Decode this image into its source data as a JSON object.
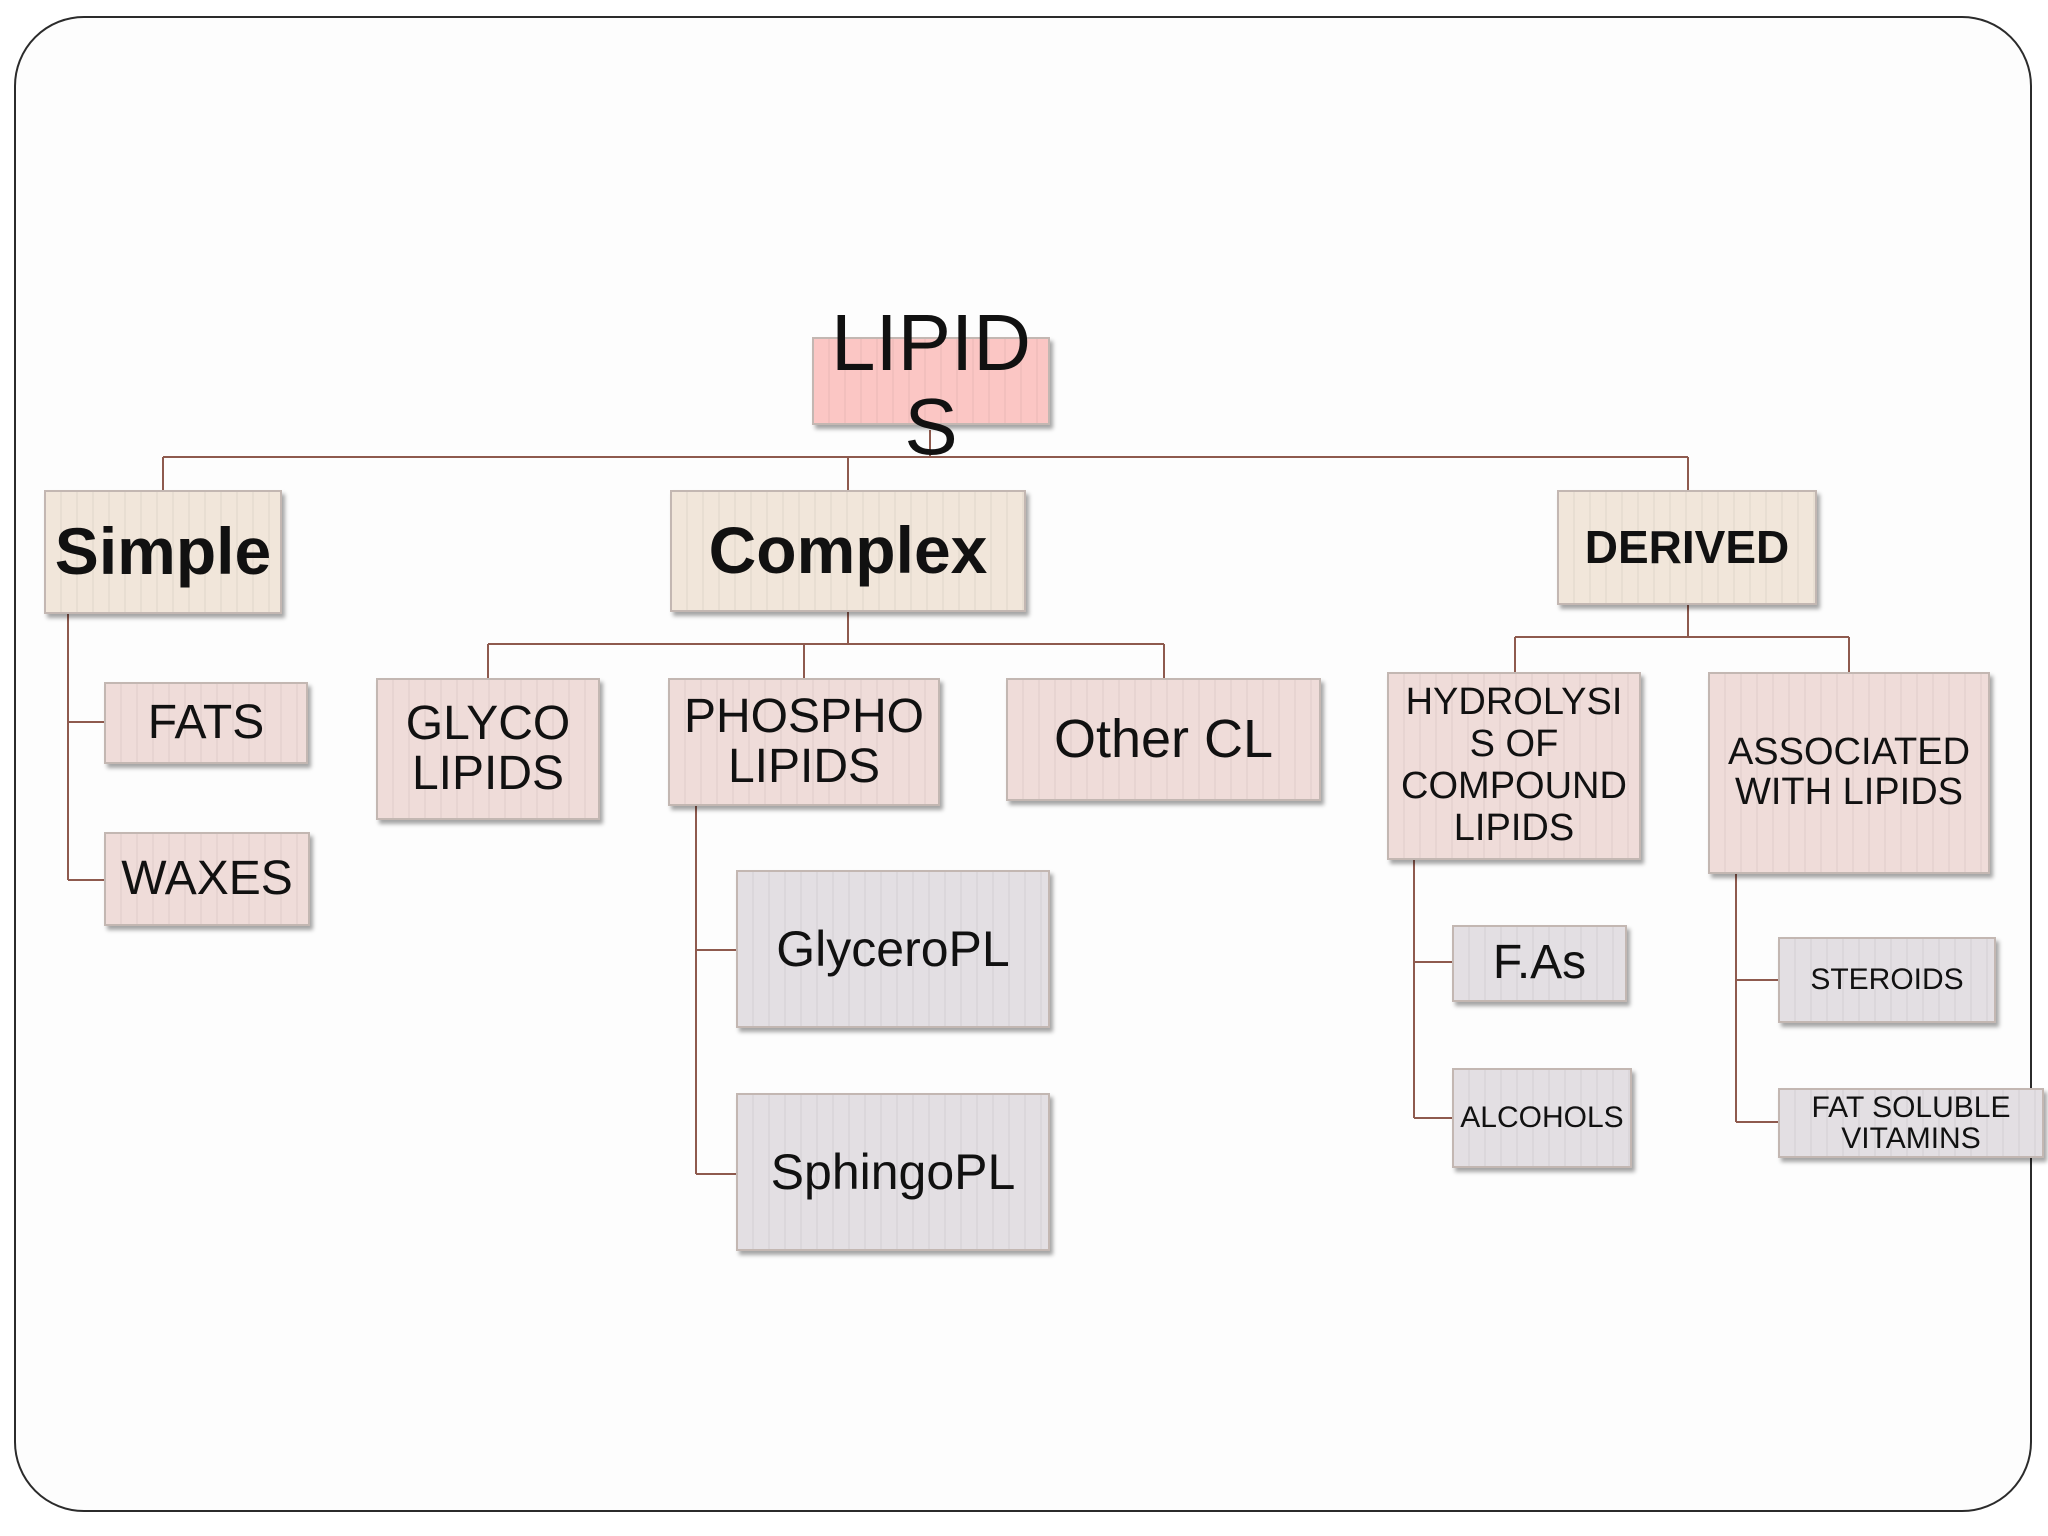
{
  "diagram": {
    "root": "LIPID\nS",
    "categories": {
      "simple": "Simple",
      "complex": "Complex",
      "derived": "DERIVED"
    },
    "simple_children": {
      "fats": "FATS",
      "waxes": "WAXES"
    },
    "complex_children": {
      "glyco": "GLYCO\nLIPIDS",
      "phospho": "PHOSPHO\nLIPIDS",
      "other": "Other CL"
    },
    "phospho_children": {
      "glycero": "GlyceroPL",
      "sphingo": "SphingoPL"
    },
    "derived_children": {
      "hydrolysis": "HYDROLYSI\nS OF\nCOMPOUND\nLIPIDS",
      "associated": "ASSOCIATED\nWITH LIPIDS"
    },
    "hydrolysis_children": {
      "fas": "F.As",
      "alcohols": "ALCOHOLS"
    },
    "associated_children": {
      "steroids": "STEROIDS",
      "fat_soluble": "FAT SOLUBLE\nVITAMINS"
    }
  },
  "colors": {
    "root_fill": "#fbc6c4",
    "category_fill": "#f1e6da",
    "subcategory_fill": "#efdcd9",
    "leaf_fill": "#e3dfe3",
    "connector": "#8e5a4e"
  }
}
